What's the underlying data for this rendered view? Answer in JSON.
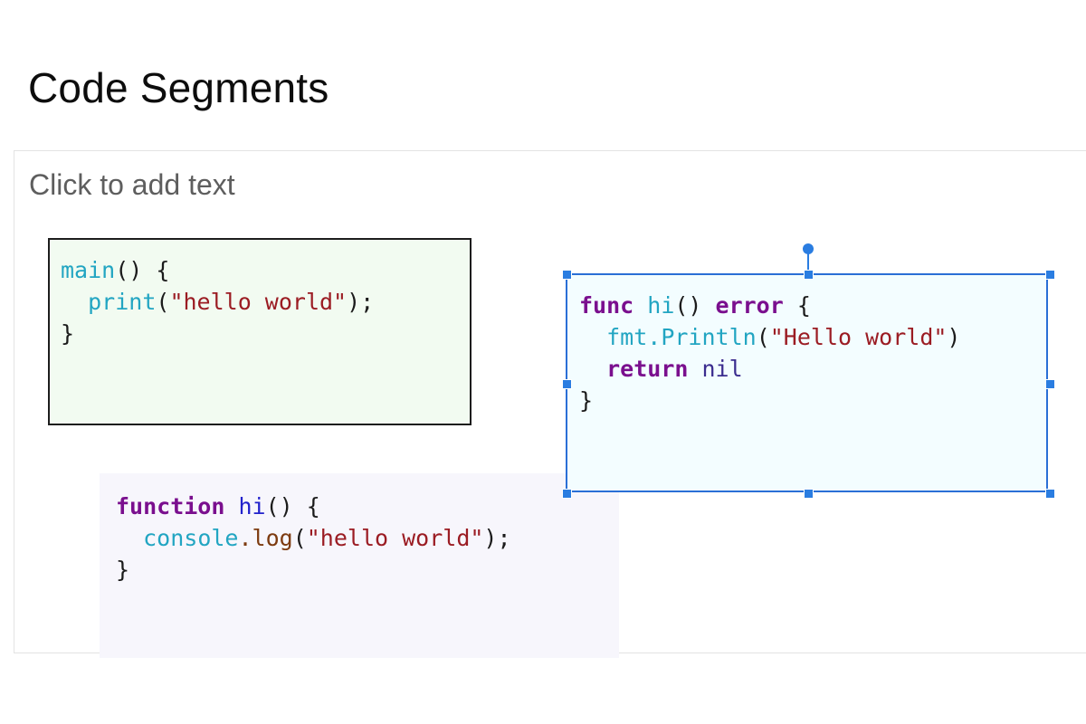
{
  "slide": {
    "title": "Code Segments",
    "placeholder_prompt": "Click to add text"
  },
  "colors": {
    "keyword": "#7a0f8e",
    "function_cyan": "#22a5c2",
    "string": "#9b1c23",
    "identifier_blue": "#2222cc",
    "constant_indigo": "#3b2d8f",
    "method_brown": "#7d3b10",
    "plain": "#1b1b1b",
    "selection_blue": "#2a6fd6",
    "handle_blue": "#2a7de1",
    "python_box_bg": "#f2fbf1",
    "python_box_border": "#1d1d1d",
    "go_box_bg": "#f3fdff",
    "js_box_bg": "#f7f6fc",
    "placeholder_border": "#e3e3e3",
    "prompt_text": "#5e5e5e"
  },
  "code_blocks": {
    "python": {
      "language": "python",
      "selected": false,
      "lines": [
        [
          {
            "t": "main",
            "c": "tok-cyan"
          },
          {
            "t": "() {",
            "c": "tok-plain"
          }
        ],
        [
          {
            "t": "  ",
            "c": "tok-plain"
          },
          {
            "t": "print",
            "c": "tok-cyan"
          },
          {
            "t": "(",
            "c": "tok-plain"
          },
          {
            "t": "\"hello world\"",
            "c": "tok-string"
          },
          {
            "t": ");",
            "c": "tok-plain"
          }
        ],
        [
          {
            "t": "}",
            "c": "tok-plain"
          }
        ]
      ],
      "plain_text": "main() {\n  print(\"hello world\");\n}"
    },
    "go": {
      "language": "go",
      "selected": true,
      "lines": [
        [
          {
            "t": "func ",
            "c": "tok-kw"
          },
          {
            "t": "hi",
            "c": "tok-cyan"
          },
          {
            "t": "() ",
            "c": "tok-plain"
          },
          {
            "t": "error",
            "c": "tok-kw"
          },
          {
            "t": " {",
            "c": "tok-plain"
          }
        ],
        [
          {
            "t": "  ",
            "c": "tok-plain"
          },
          {
            "t": "fmt",
            "c": "tok-cyan"
          },
          {
            "t": ".",
            "c": "tok-cyan"
          },
          {
            "t": "Println",
            "c": "tok-cyan"
          },
          {
            "t": "(",
            "c": "tok-plain"
          },
          {
            "t": "\"Hello world\"",
            "c": "tok-string"
          },
          {
            "t": ")",
            "c": "tok-plain"
          }
        ],
        [
          {
            "t": "  ",
            "c": "tok-plain"
          },
          {
            "t": "return",
            "c": "tok-kw"
          },
          {
            "t": " ",
            "c": "tok-plain"
          },
          {
            "t": "nil",
            "c": "tok-indigo"
          }
        ],
        [
          {
            "t": "}",
            "c": "tok-plain"
          }
        ]
      ],
      "plain_text": "func hi() error {\n  fmt.Println(\"Hello world\")\n  return nil\n}"
    },
    "javascript": {
      "language": "javascript",
      "selected": false,
      "lines": [
        [
          {
            "t": "function ",
            "c": "tok-kw"
          },
          {
            "t": "hi",
            "c": "tok-blue"
          },
          {
            "t": "() {",
            "c": "tok-plain"
          }
        ],
        [
          {
            "t": "  ",
            "c": "tok-plain"
          },
          {
            "t": "console",
            "c": "tok-cyan"
          },
          {
            "t": ".",
            "c": "tok-brown"
          },
          {
            "t": "log",
            "c": "tok-brown"
          },
          {
            "t": "(",
            "c": "tok-plain"
          },
          {
            "t": "\"hello world\"",
            "c": "tok-string"
          },
          {
            "t": ");",
            "c": "tok-plain"
          }
        ],
        [
          {
            "t": "}",
            "c": "tok-plain"
          }
        ]
      ],
      "plain_text": "function hi() {\n  console.log(\"hello world\");\n}"
    }
  },
  "selection": {
    "target": "go",
    "handles": [
      "top-left",
      "top-center",
      "top-right",
      "middle-left",
      "middle-right",
      "bottom-left",
      "bottom-center",
      "bottom-right"
    ],
    "rotate_handle": true
  }
}
